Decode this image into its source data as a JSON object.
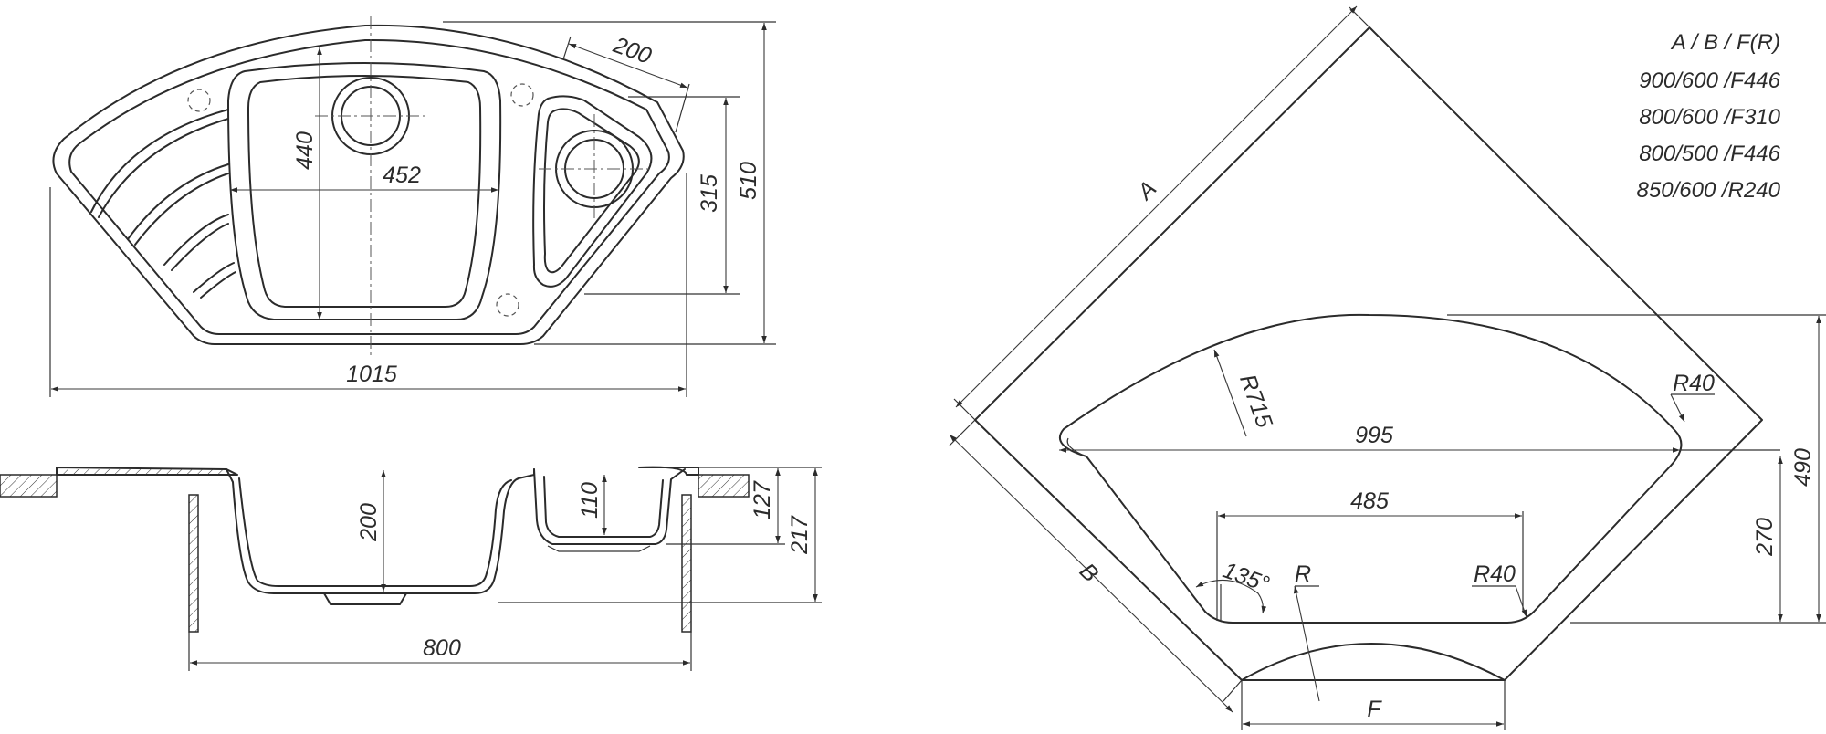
{
  "top_view": {
    "width_1015": "1015",
    "inner_452": "452",
    "depth_440": "440",
    "offset_200": "200",
    "depth_315": "315",
    "depth_510": "510"
  },
  "section_view": {
    "cabinet_800": "800",
    "bowl_depth_200": "200",
    "small_depth_110": "110",
    "height_127": "127",
    "height_217": "217"
  },
  "cutout": {
    "side_a": "A",
    "side_b": "B",
    "side_f": "F",
    "radius_r715": "R715",
    "radius_r40_top": "R40",
    "radius_r40_bottom": "R40",
    "radius_r": "R",
    "angle_135": "135°",
    "width_995": "995",
    "width_485": "485",
    "height_490": "490",
    "height_270": "270"
  },
  "size_table": {
    "header": "A  /  B  /  F(R)",
    "rows": [
      "900/600 /F446",
      "800/600 /F310",
      "800/500 /F446",
      "850/600 /R240"
    ]
  }
}
